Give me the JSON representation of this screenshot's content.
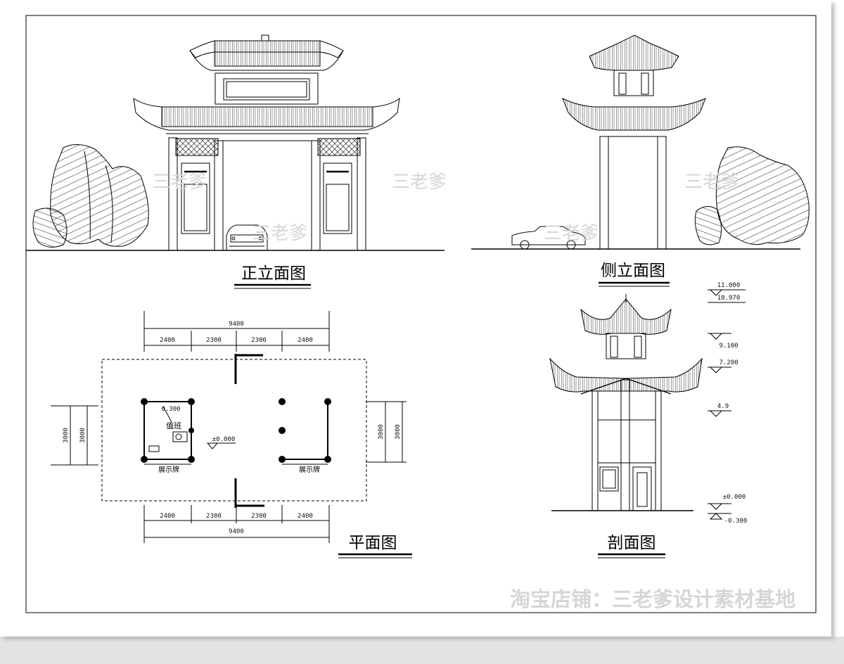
{
  "views": {
    "front": {
      "title": "正立面图",
      "panel_left": "",
      "panel_right": ""
    },
    "side": {
      "title": "侧立面图"
    },
    "plan": {
      "title": "平面图",
      "total": "9400",
      "spans": [
        "2400",
        "2300",
        "2300",
        "2400"
      ],
      "depth": "3000",
      "guard_label": "值班",
      "floor_level": "±0.000",
      "room_level": "0.300",
      "sign_left": "展示牌",
      "sign_right": "展示牌"
    },
    "section": {
      "title": "剖面图",
      "levels": [
        "11.000",
        "10.970",
        "9.100",
        "7.200",
        "4.9",
        "±0.000",
        "-0.300"
      ]
    }
  },
  "watermark": {
    "small": "三老爹",
    "shop": "淘宝店铺：三老爹设计素材基地"
  },
  "colors": {
    "line": "#000000",
    "watermark": "#d6d6d6",
    "paper": "#ffffff"
  }
}
